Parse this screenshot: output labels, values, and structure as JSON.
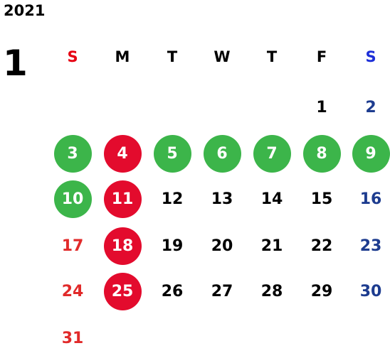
{
  "year": "2021",
  "month": "1",
  "weekdays": [
    {
      "label": "S",
      "type": "sun"
    },
    {
      "label": "M",
      "type": "wk"
    },
    {
      "label": "T",
      "type": "wk"
    },
    {
      "label": "W",
      "type": "wk"
    },
    {
      "label": "T",
      "type": "wk"
    },
    {
      "label": "F",
      "type": "wk"
    },
    {
      "label": "S",
      "type": "sat"
    }
  ],
  "weeks": [
    [
      null,
      null,
      null,
      null,
      null,
      {
        "day": "1"
      },
      {
        "day": "2"
      }
    ],
    [
      {
        "day": "3",
        "mark": "green"
      },
      {
        "day": "4",
        "mark": "red"
      },
      {
        "day": "5",
        "mark": "green"
      },
      {
        "day": "6",
        "mark": "green"
      },
      {
        "day": "7",
        "mark": "green"
      },
      {
        "day": "8",
        "mark": "green"
      },
      {
        "day": "9",
        "mark": "green"
      }
    ],
    [
      {
        "day": "10",
        "mark": "green"
      },
      {
        "day": "11",
        "mark": "red"
      },
      {
        "day": "12"
      },
      {
        "day": "13"
      },
      {
        "day": "14"
      },
      {
        "day": "15"
      },
      {
        "day": "16"
      }
    ],
    [
      {
        "day": "17"
      },
      {
        "day": "18",
        "mark": "red"
      },
      {
        "day": "19"
      },
      {
        "day": "20"
      },
      {
        "day": "21"
      },
      {
        "day": "22"
      },
      {
        "day": "23"
      }
    ],
    [
      {
        "day": "24"
      },
      {
        "day": "25",
        "mark": "red"
      },
      {
        "day": "26"
      },
      {
        "day": "27"
      },
      {
        "day": "28"
      },
      {
        "day": "29"
      },
      {
        "day": "30"
      }
    ],
    [
      {
        "day": "31"
      },
      null,
      null,
      null,
      null,
      null,
      null
    ]
  ],
  "colors": {
    "circle_green": "#3cb54a",
    "circle_red": "#e30b2d",
    "sunday_text": "#e12a2a",
    "saturday_text": "#1d3c8f"
  }
}
